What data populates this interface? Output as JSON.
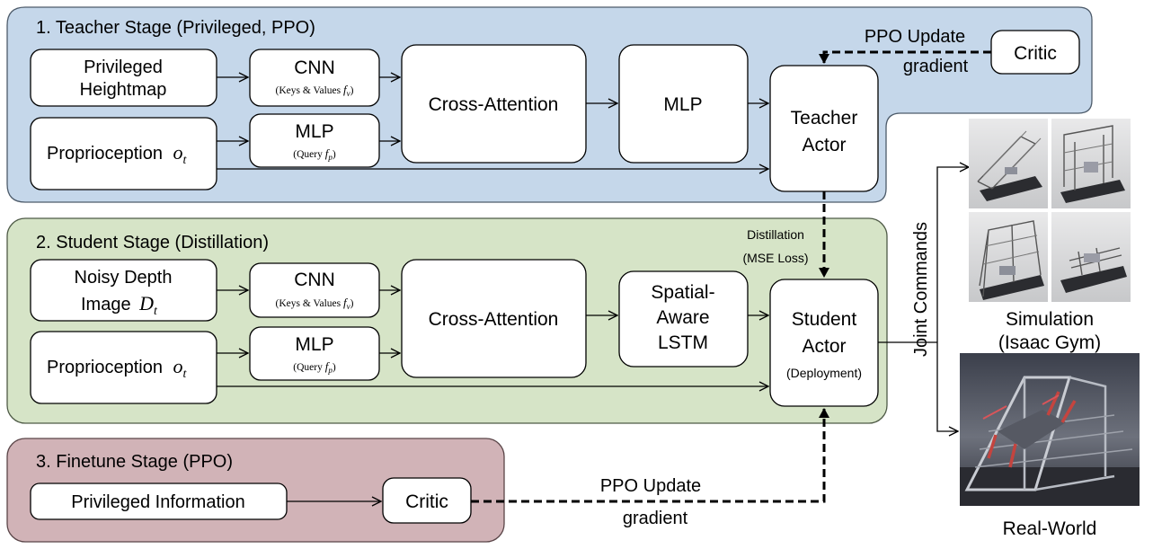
{
  "teacher": {
    "title": "1. Teacher Stage (Privileged, PPO)",
    "input1": [
      "Privileged",
      "Heightmap"
    ],
    "input2_text": "Proprioception",
    "input2_var": "o",
    "input2_sub": "t",
    "cnn": {
      "title": "CNN",
      "sub_pre": "(Keys & Values ",
      "sub_var": "f",
      "sub_sub": "v",
      "sub_post": ")"
    },
    "mlp": {
      "title": "MLP",
      "sub_pre": "(Query ",
      "sub_var": "f",
      "sub_sub": "p",
      "sub_post": ")"
    },
    "attention": "Cross-Attention",
    "head": "MLP",
    "actor": [
      "Teacher",
      "Actor"
    ],
    "critic": "Critic",
    "update_label": "PPO Update",
    "gradient_label": "gradient"
  },
  "student": {
    "title": "2. Student Stage (Distillation)",
    "input1_line1": "Noisy Depth",
    "input1_line2_text": "Image",
    "input1_var": "D",
    "input1_sub": "t",
    "input2_text": "Proprioception",
    "input2_var": "o",
    "input2_sub": "t",
    "cnn": {
      "title": "CNN",
      "sub_pre": "(Keys & Values ",
      "sub_var": "f",
      "sub_sub": "v",
      "sub_post": ")"
    },
    "mlp": {
      "title": "MLP",
      "sub_pre": "(Query ",
      "sub_var": "f",
      "sub_sub": "p",
      "sub_post": ")"
    },
    "attention": "Cross-Attention",
    "lstm": [
      "Spatial-",
      "Aware",
      "LSTM"
    ],
    "actor": [
      "Student",
      "Actor"
    ],
    "actor_note": "(Deployment)",
    "distillation": [
      "Distillation",
      "(MSE Loss)"
    ]
  },
  "finetune": {
    "title": "3. Finetune Stage (PPO)",
    "input": "Privileged Information",
    "critic": "Critic",
    "update_label": "PPO Update",
    "gradient_label": "gradient"
  },
  "output": {
    "joint_commands": "Joint Commands",
    "sim_label": [
      "Simulation",
      "(Isaac Gym)"
    ],
    "real_label": "Real-World"
  },
  "colors": {
    "teacher_bg": "#c5d7ea",
    "student_bg": "#d6e4c7",
    "finetune_bg": "#d1b3b7"
  }
}
